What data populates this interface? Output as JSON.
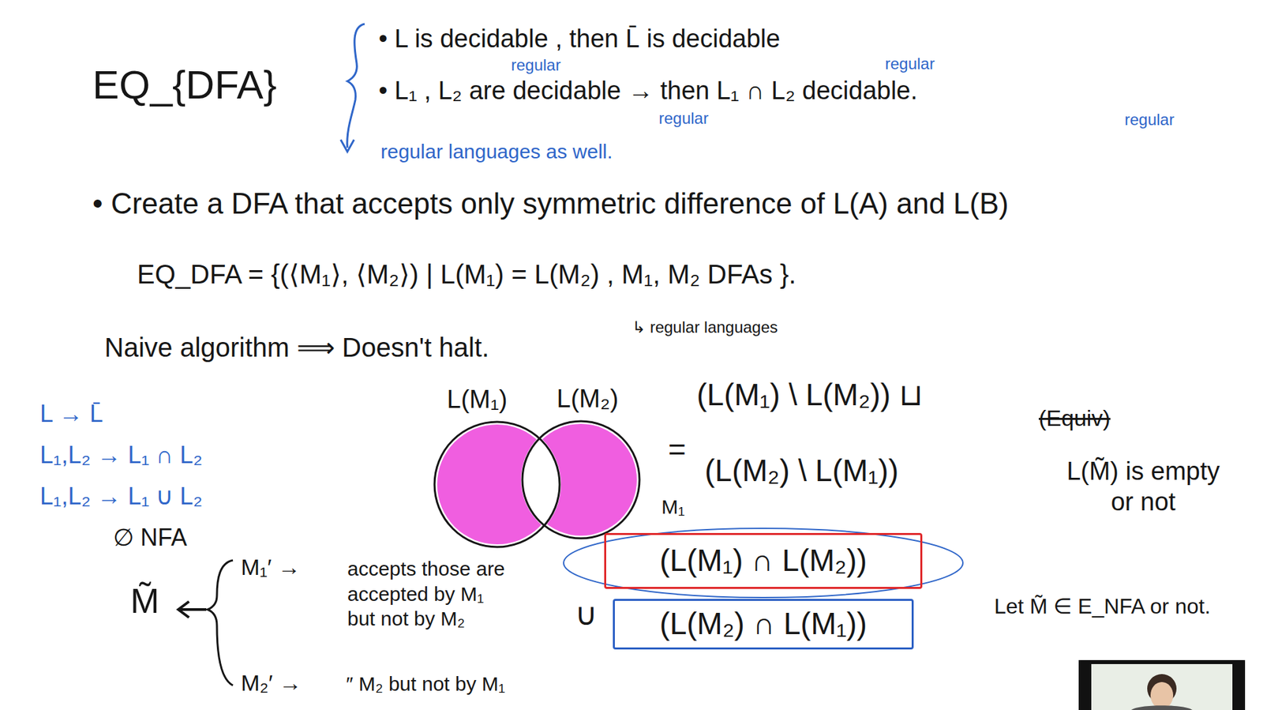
{
  "diagram": {
    "title": "EQ_{DFA}",
    "nodes": [
      {
        "text": [
          "L(M₁)"
        ]
      },
      {
        "text": [
          "L(M₂)"
        ]
      },
      {
        "text": [
          "(L(M₁) ∩ L(M₂))"
        ]
      },
      {
        "text": [
          "(L(M₂) ∩ L(M₁))"
        ]
      }
    ],
    "labels": [
      "• L is decidable , then L̄ is decidable",
      "regular",
      "regular",
      "• L₁ , L₂ are decidable → then L₁ ∩ L₂ decidable.",
      "regular",
      "regular",
      "regular languages as well.",
      "• Create a DFA that accepts only symmetric difference of L(A) and L(B)",
      "EQ_DFA = {(⟨M₁⟩, ⟨M₂⟩) | L(M₁) = L(M₂) , M₁, M₂ DFAs }.",
      "↳ regular languages",
      "Naive algorithm ⟹ Doesn't halt.",
      "L → L̄",
      "L₁,L₂ → L₁ ∩ L₂",
      "L₁,L₂ → L₁ ∪ L₂",
      "∅ NFA",
      "M̃",
      "M₁′ →",
      "accepts those are accepted by M₁ but not by M₂",
      "M₂′ →",
      "″ M₂ but not by M₁",
      "=",
      "(L(M₁) \\ L(M₂)) ⊔",
      "(L(M₂) \\ L(M₁))",
      "(Equiv)",
      "L(M̃) is empty or not",
      "Let M̃ ∈ E_NFA or not.",
      "M₁",
      "∪"
    ]
  }
}
